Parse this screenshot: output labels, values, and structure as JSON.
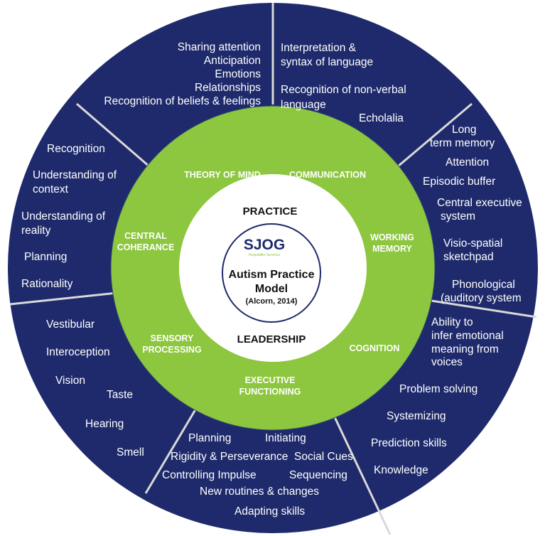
{
  "colors": {
    "outer_ring": "#1e2a6b",
    "inner_ring": "#8dc63f",
    "center": "#ffffff",
    "divider": "#d9d9d9",
    "logo_blue": "#1e2a6b",
    "logo_accent": "#8dc63f"
  },
  "center": {
    "top_label": "PRACTICE",
    "bottom_label": "LEADERSHIP",
    "logo_text": "SJOG",
    "logo_subtext": "Hospitaller Services",
    "title_line1": "Autism Practice",
    "title_line2": "Model",
    "citation": "(Alcorn, 2014)"
  },
  "domains": [
    {
      "label_lines": [
        "THEORY OF MIND"
      ]
    },
    {
      "label_lines": [
        "COMMUNICATION"
      ]
    },
    {
      "label_lines": [
        "WORKING",
        "MEMORY"
      ]
    },
    {
      "label_lines": [
        "COGNITION"
      ]
    },
    {
      "label_lines": [
        "EXECUTIVE",
        "FUNCTIONING"
      ]
    },
    {
      "label_lines": [
        "SENSORY",
        "PROCESSING"
      ]
    },
    {
      "label_lines": [
        "CENTRAL",
        "COHERANCE"
      ]
    }
  ],
  "outer_items": {
    "theory_of_mind": [
      "Sharing attention",
      "Anticipation",
      "Emotions",
      "Relationships",
      "Recognition of beliefs & feelings"
    ],
    "communication": [
      "Interpretation &",
      "syntax of language",
      "Recognition of non-verbal",
      "language",
      "Echolalia"
    ],
    "working_memory": [
      "Long",
      "term memory",
      "Attention",
      "Episodic buffer",
      "Central executive",
      "system",
      "Visio-spatial",
      "sketchpad",
      "Phonological",
      "(auditory system"
    ],
    "cognition": [
      "Ability to",
      "infer emotional",
      "meaning from",
      "voices",
      "Problem solving",
      "Systemizing",
      "Prediction skills",
      "Knowledge"
    ],
    "executive_functioning": [
      "Planning",
      "Initiating",
      "Rigidity & Perseverance",
      "Social Cues",
      "Controlling Impulse",
      "Sequencing",
      "New routines & changes",
      "Adapting skills"
    ],
    "sensory_processing": [
      "Vestibular",
      "Interoception",
      "Vision",
      "Taste",
      "Hearing",
      "Smell"
    ],
    "central_coherance": [
      "Recognition",
      "Understanding  of",
      "context",
      "Understanding of",
      "reality",
      "Planning",
      "Rationality"
    ]
  }
}
